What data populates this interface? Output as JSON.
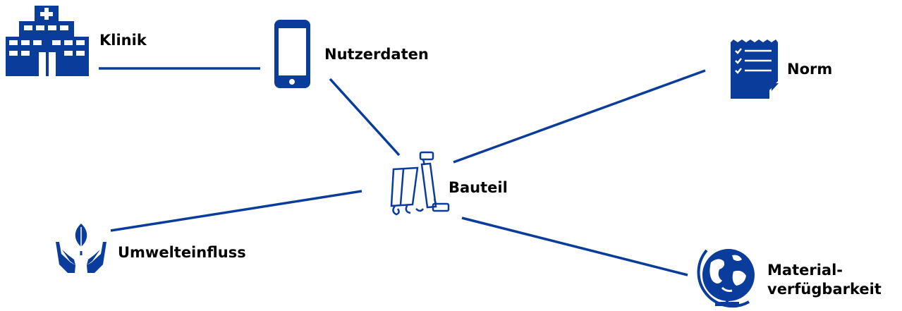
{
  "colors": {
    "accent": "#0a3c9c",
    "text": "#000000",
    "background": "#ffffff"
  },
  "nodes": {
    "klinik": {
      "label": "Klinik",
      "icon": "hospital-icon"
    },
    "nutzerdaten": {
      "label": "Nutzerdaten",
      "icon": "smartphone-icon"
    },
    "norm": {
      "label": "Norm",
      "icon": "checklist-document-icon"
    },
    "bauteil": {
      "label": "Bauteil",
      "icon": "orthosis-component-icon"
    },
    "umwelteinfluss": {
      "label": "Umwelteinfluss",
      "icon": "hands-leaf-icon"
    },
    "materialverfuegbarkeit": {
      "label_line1": "Material-",
      "label_line2": "verfügbarkeit",
      "icon": "globe-icon"
    }
  },
  "connections": [
    {
      "from": "klinik",
      "to": "nutzerdaten"
    },
    {
      "from": "nutzerdaten",
      "to": "bauteil"
    },
    {
      "from": "bauteil",
      "to": "norm"
    },
    {
      "from": "bauteil",
      "to": "umwelteinfluss"
    },
    {
      "from": "bauteil",
      "to": "materialverfuegbarkeit"
    }
  ]
}
